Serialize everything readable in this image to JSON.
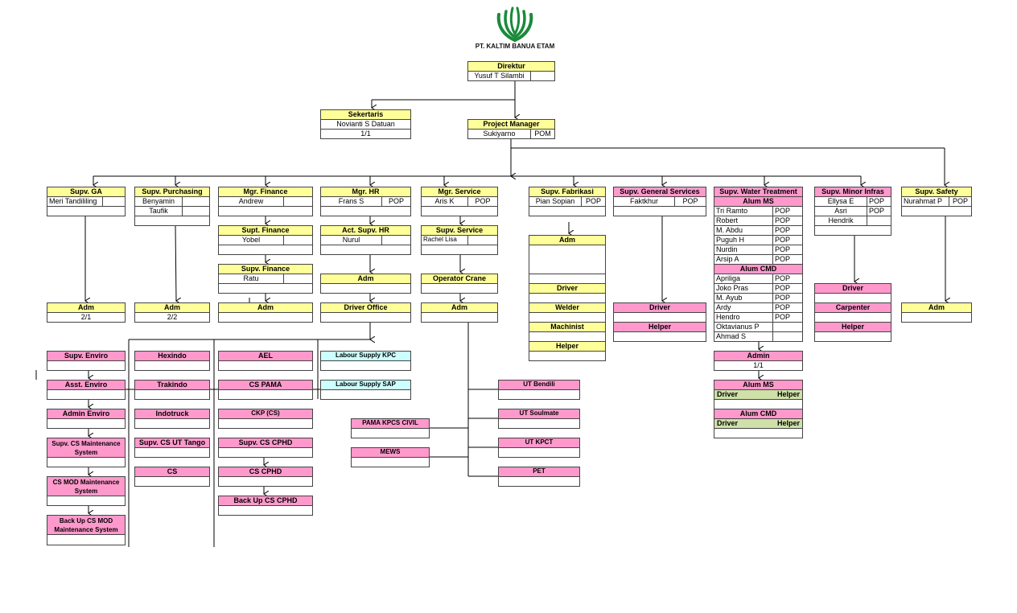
{
  "brand": {
    "company": "PT. KALTIM BANUA ETAM",
    "logo_icon": "kaltim-leaf-logo-icon",
    "logo_color": "#1a8a3a"
  },
  "colors": {
    "header_yellow": "#ffff99",
    "header_pink": "#ff99cc",
    "labour_cyan": "#ccffff",
    "crew_green": "#cfe0a8"
  },
  "direktur": {
    "title": "Direktur",
    "name": "Yusuf T Silambi"
  },
  "sekertaris": {
    "title": "Sekertaris",
    "name": "Novianti S Datuan",
    "count": "1/1"
  },
  "pm": {
    "title": "Project Manager",
    "name": "Sukiyarno",
    "code": "POM"
  },
  "ga": {
    "title": "Supv. GA",
    "name": "Meri Tandililing",
    "adm": "Adm",
    "adm_count": "2/1"
  },
  "purchasing": {
    "title": "Supv. Purchasing",
    "names": [
      "Benyamin",
      "Taufik"
    ],
    "adm": "Adm",
    "adm_count": "2/2"
  },
  "finance": {
    "title": "Mgr. Finance",
    "name": "Andrew",
    "supt": "Supt. Finance",
    "supt_name": "Yobel",
    "supv": "Supv. Finance",
    "supv_name": "Ratu",
    "adm": "Adm"
  },
  "hr": {
    "title": "Mgr. HR",
    "name": "Frans S",
    "code": "POP",
    "act": "Act. Supv. HR",
    "act_name": "Nurul",
    "adm": "Adm",
    "driver_office": "Driver Office"
  },
  "service": {
    "title": "Mgr. Service",
    "name": "Aris K",
    "code": "POP",
    "supv": "Supv. Service",
    "supv_name": "Rachel Lisa",
    "crane": "Operator Crane",
    "adm": "Adm"
  },
  "fabrikasi": {
    "title": "Supv. Fabrikasi",
    "name": "Pian Sopian",
    "code": "POP",
    "roles": [
      "Adm",
      "Driver",
      "Welder",
      "Machinist",
      "Helper"
    ]
  },
  "general": {
    "title": "Supv. General Services",
    "name": "Faktkhur",
    "code": "POP",
    "roles": [
      "Driver",
      "Helper"
    ]
  },
  "water": {
    "title": "Supv. Water Treatment",
    "ms": "Alum MS",
    "ms_rows": [
      [
        "Tri Ramto",
        "POP"
      ],
      [
        "Robert",
        "POP"
      ],
      [
        "M. Abdu",
        "POP"
      ],
      [
        "Puguh H",
        "POP"
      ],
      [
        "Nurdin",
        "POP"
      ],
      [
        "Arsip A",
        "POP"
      ]
    ],
    "cmd": "Alum CMD",
    "cmd_rows": [
      [
        "Apriliga",
        "POP"
      ],
      [
        "Joko Pras",
        "POP"
      ],
      [
        "M. Ayub",
        "POP"
      ],
      [
        "Ardy",
        "POP"
      ],
      [
        "Hendro",
        "POP"
      ],
      [
        "Oktavianus P",
        ""
      ],
      [
        "Ahmad S",
        ""
      ]
    ],
    "admin": "Admin",
    "admin_count": "1/1",
    "crew_ms": "Alum MS",
    "crew_cmd": "Alum CMD",
    "driver": "Driver",
    "helper": "Helper"
  },
  "minor": {
    "title": "Supv. Minor Infras",
    "rows": [
      [
        "Ellysa E",
        "POP"
      ],
      [
        "Asri",
        "POP"
      ],
      [
        "Hendrik",
        ""
      ]
    ],
    "roles": [
      "Driver",
      "Carpenter",
      "Helper"
    ]
  },
  "safety": {
    "title": "Supv. Safety",
    "name": "Nurahmat P",
    "code": "POP",
    "adm": "Adm"
  },
  "enviro": [
    "Supv. Enviro",
    "Asst. Enviro",
    "Admin Enviro",
    "Supv. CS Maintenance System",
    "CS MOD Maintenance System",
    "Back Up CS MOD Maintenance System"
  ],
  "contractors1": [
    "Hexindo",
    "Trakindo",
    "Indotruck",
    "Supv. CS UT Tango",
    "CS"
  ],
  "contractors2": [
    "AEL",
    "CS PAMA",
    "CKP (CS)",
    "Supv. CS CPHD",
    "CS CPHD",
    "Back Up CS CPHD"
  ],
  "labour": [
    "Labour Supply KPC",
    "Labour Supply SAP"
  ],
  "pama": [
    "PAMA KPCS CIVIL",
    "MEWS"
  ],
  "ut": [
    "UT Bendili",
    "UT Soulmate",
    "UT KPCT",
    "PET"
  ]
}
